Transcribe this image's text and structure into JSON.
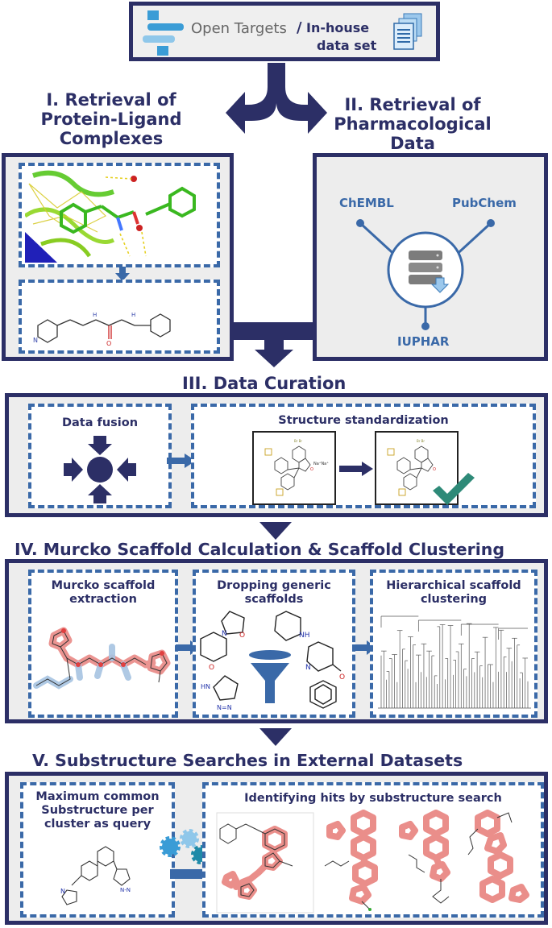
{
  "source": {
    "open_targets": "Open Targets",
    "slash": "/",
    "inhouse_line1": "In-house",
    "inhouse_line2": "data set"
  },
  "section1": {
    "title_lines": [
      "I. Retrieval of",
      "Protein-Ligand",
      "Complexes"
    ]
  },
  "section2": {
    "title_lines": [
      "II. Retrieval of",
      "Pharmacological",
      "Data"
    ],
    "chembl": "ChEMBL",
    "pubchem": "PubChem",
    "iuphar": "IUPHAR"
  },
  "section3": {
    "title": "III. Data Curation",
    "fusion": "Data fusion",
    "standardization": "Structure standardization"
  },
  "section4": {
    "title": "IV. Murcko Scaffold Calculation & Scaffold Clustering",
    "murcko_lines": [
      "Murcko scaffold",
      "extraction"
    ],
    "dropping_lines": [
      "Dropping generic",
      "scaffolds"
    ],
    "hier_lines": [
      "Hierarchical scaffold",
      "clustering"
    ]
  },
  "section5": {
    "title": "V. Substructure Searches in External Datasets",
    "mcs_lines": [
      "Maximum common",
      "Substructure per",
      "cluster as query"
    ],
    "hits": "Identifying hits by substructure search"
  },
  "colors": {
    "navy": "#2c2f66",
    "dash_blue": "#3a69a8",
    "frame_bg": "#ededed",
    "hit_red": "#e8827e",
    "check_green": "#2e8a78"
  }
}
